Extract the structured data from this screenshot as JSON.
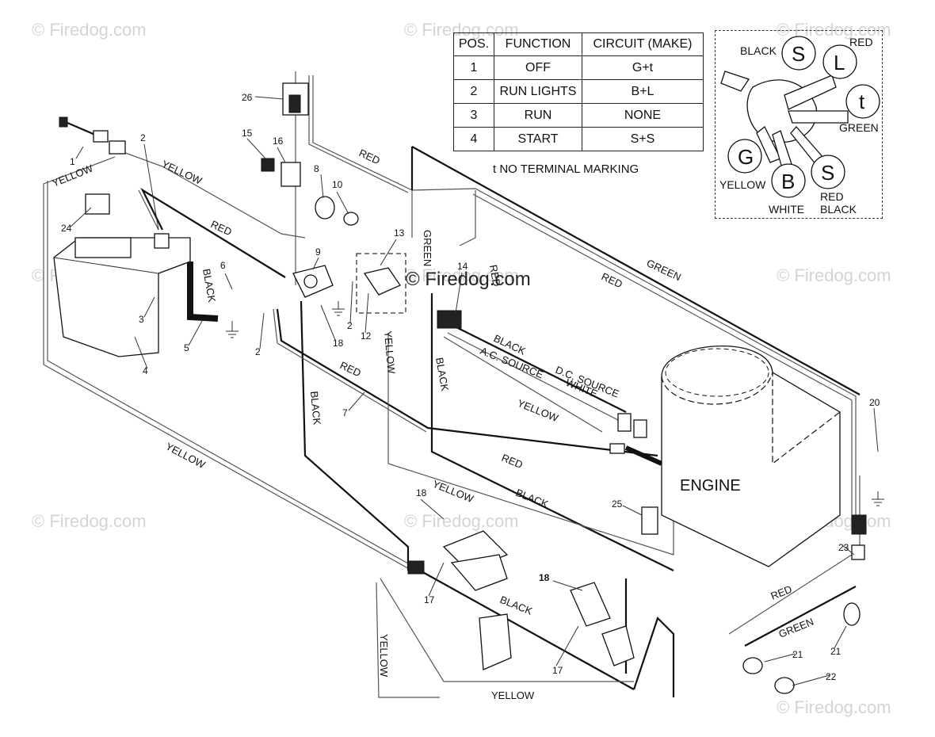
{
  "watermarks": [
    "© Firedog.com",
    "© Firedog.com",
    "© Firedog.com",
    "© Firedog.com",
    "© Firedog.com",
    "© Firedog.com",
    "© Firedog.com",
    "© Firedog.com",
    "© Firedog.com",
    "© Firedog.com"
  ],
  "center_watermark": "© Firedog.com",
  "function_table": {
    "headers": [
      "POS.",
      "FUNCTION",
      "CIRCUIT  (MAKE)"
    ],
    "rows": [
      [
        "1",
        "OFF",
        "G+t"
      ],
      [
        "2",
        "RUN LIGHTS",
        "B+L"
      ],
      [
        "3",
        "RUN",
        "NONE"
      ],
      [
        "4",
        "START",
        "S+S"
      ]
    ]
  },
  "note": "t  NO TERMINAL MARKING",
  "switch_diagram": {
    "terminals": {
      "s_top": "S",
      "l": "L",
      "t": "t",
      "g": "G",
      "b": "B",
      "s_bottom": "S"
    },
    "labels": {
      "black": "BLACK",
      "red": "RED",
      "green": "GREEN",
      "yellow": "YELLOW",
      "white": "WHITE",
      "red_black": "RED\nBLACK"
    }
  },
  "engine_label": "ENGINE",
  "wire_labels": {
    "yellow_1": "YELLOW",
    "yellow_2": "YELLOW",
    "red_1": "RED",
    "red_2": "RED",
    "black_cable": "BLACK",
    "green_1": "GREEN",
    "red_3": "RED",
    "green_2": "GREEN",
    "red_4": "RED",
    "black_1": "BLACK",
    "black_2": "BLACK",
    "ac_source": "A.C. SOURCE",
    "dc_source": "D.C. SOURCE",
    "white": "WHITE",
    "yellow_3": "YELLOW",
    "red_5": "RED",
    "black_3": "BLACK",
    "red_6": "RED",
    "yellow_4": "YELLOW",
    "yellow_5": "YELLOW",
    "black_4": "BLACK",
    "black_5": "BLACK",
    "yellow_6": "YELLOW",
    "yellow_7": "YELLOW",
    "red_7": "RED",
    "green_3": "GREEN",
    "yellow_8": "YELLOW"
  },
  "callouts": [
    "1",
    "2",
    "3",
    "4",
    "5",
    "6",
    "7",
    "8",
    "9",
    "10",
    "2",
    "2",
    "12",
    "13",
    "14",
    "15",
    "16",
    "18",
    "17",
    "17",
    "18",
    "18",
    "20",
    "21",
    "21",
    "22",
    "23",
    "24",
    "25",
    "26"
  ]
}
